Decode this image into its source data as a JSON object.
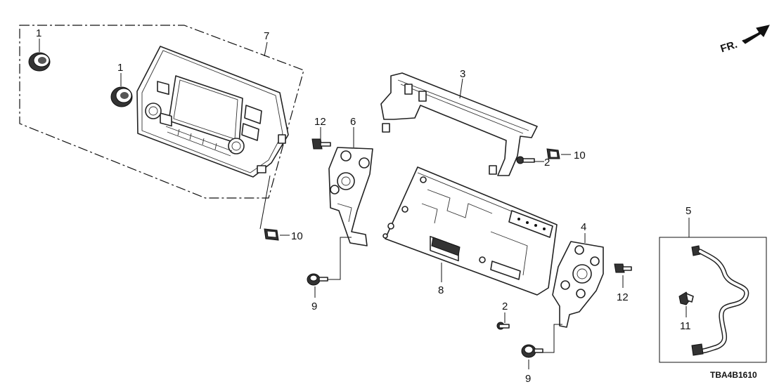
{
  "diagram_code": "TBA4B1610",
  "direction_label": "FR.",
  "callouts": {
    "knob_a": "1",
    "knob_b": "1",
    "screw_upper": "2",
    "screw_lower": "2",
    "bracket_upper": "3",
    "bracket_right": "4",
    "wire_harness": "5",
    "bracket_left": "6",
    "display_panel": "7",
    "chassis": "8",
    "bolt_left": "9",
    "bolt_right": "9",
    "clip_upper": "10",
    "clip_lower": "10",
    "wire_clip": "11",
    "bolt_center": "12",
    "bolt_right_small": "12"
  }
}
